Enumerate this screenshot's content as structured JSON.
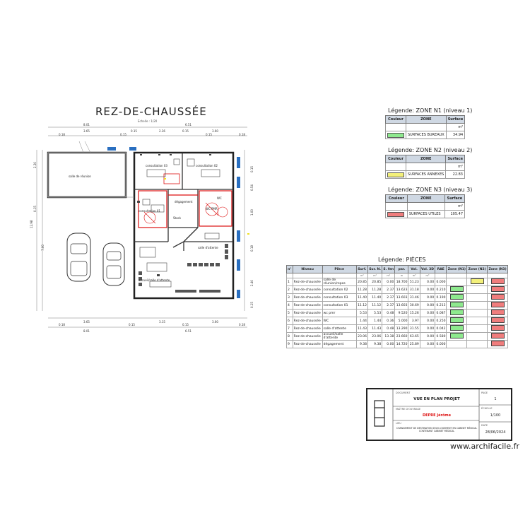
{
  "plan": {
    "title": "REZ-DE-CHAUSSÉE",
    "scale_note": "Echelle : 1/20",
    "dims_top_outer": [
      "8.01",
      "6.51"
    ],
    "dims_top": [
      "0.18",
      "3.65",
      "0.15",
      "0.15",
      "2.36",
      "0.15",
      "0.15",
      "3.60",
      "0.18"
    ],
    "dims_bottom_outer": [
      "8.01",
      "6.51"
    ],
    "dims_bottom": [
      "0.18",
      "3.65",
      "0.15",
      "3.15",
      "0.15",
      "3.60",
      "0.18"
    ],
    "dims_left": [
      "2.30",
      "0.15",
      "12.98",
      "7.00"
    ],
    "dims_right": [
      "0.15",
      "0.54",
      "1.00",
      "0.18",
      "2.40",
      "0.15"
    ],
    "rooms": {
      "salle_reunion": "salle de réunion",
      "consultation3": "consultation 03",
      "consultation2": "consultation 02",
      "consultation1": "consultation 01",
      "degagement": "dégagement",
      "wc_pmr": "WC PMR",
      "wc": "WC",
      "salle_attente": "salle d'attente",
      "accueil": "accueil/salle d'attente",
      "stock": "Stock"
    }
  },
  "legend_n1": {
    "title": "Légende: ZONE N1 (niveau 1)",
    "headers": [
      "Couleur",
      "ZONE",
      "Surface"
    ],
    "unit": "m²",
    "rows": [
      {
        "zone": "SURFACES BUREAUX",
        "surface": "34.94",
        "color": "#8ee98e"
      }
    ]
  },
  "legend_n2": {
    "title": "Légende: ZONE N2 (niveau 2)",
    "headers": [
      "Couleur",
      "ZONE",
      "Surface"
    ],
    "unit": "m²",
    "rows": [
      {
        "zone": "SURFACES ANNEXES",
        "surface": "22.83",
        "color": "#f3f07a"
      }
    ]
  },
  "legend_n3": {
    "title": "Légende: ZONE N3 (niveau 3)",
    "headers": [
      "Couleur",
      "ZONE",
      "Surface"
    ],
    "unit": "m²",
    "rows": [
      {
        "zone": "SURFACES UTILES",
        "surface": "105.47",
        "color": "#f07d7d"
      }
    ]
  },
  "pieces": {
    "title": "Légende: PIÈCES",
    "headers": [
      "n°",
      "Niveau",
      "Pièce",
      "Surf.",
      "Sur. N.",
      "S. fen",
      "par.",
      "Vol.",
      "Vol. 3D",
      "RAE",
      "Zone (N1)",
      "Zone (N2)",
      "Zone (N3)"
    ],
    "units": [
      "",
      "",
      "",
      "m²",
      "m²",
      "m²",
      "m",
      "m³",
      "m³",
      "",
      "",
      "",
      ""
    ],
    "rows": [
      {
        "n": "1",
        "niveau": "Rez-de-chaussée",
        "piece": "salle de réunion/repos",
        "surf": "20.85",
        "surn": "20.85",
        "sfen": "0.00",
        "par": "18.700",
        "vol": "51.23",
        "vol3d": "0.00",
        "rae": "0.000",
        "z1": "",
        "z2": "#f3f07a",
        "z3": "#f07d7d"
      },
      {
        "n": "2",
        "niveau": "Rez-de-chaussée",
        "piece": "consultation 02",
        "surf": "11.28",
        "surn": "11.28",
        "sfen": "2.37",
        "par": "13.623",
        "vol": "31.18",
        "vol3d": "0.00",
        "rae": "0.210",
        "z1": "#8ee98e",
        "z2": "",
        "z3": "#f07d7d"
      },
      {
        "n": "3",
        "niveau": "Rez-de-chaussée",
        "piece": "consultation 03",
        "surf": "11.40",
        "surn": "11.40",
        "sfen": "2.37",
        "par": "13.603",
        "vol": "31.46",
        "vol3d": "0.00",
        "rae": "0.190",
        "z1": "#8ee98e",
        "z2": "",
        "z3": "#f07d7d"
      },
      {
        "n": "4",
        "niveau": "Rez-de-chaussée",
        "piece": "consultation 01",
        "surf": "11.12",
        "surn": "11.12",
        "sfen": "2.37",
        "par": "13.603",
        "vol": "30.69",
        "vol3d": "0.00",
        "rae": "0.213",
        "z1": "#8ee98e",
        "z2": "",
        "z3": "#f07d7d"
      },
      {
        "n": "5",
        "niveau": "Rez-de-chaussée",
        "piece": "wc pmr",
        "surf": "5.53",
        "surn": "5.53",
        "sfen": "0.48",
        "par": "9.520",
        "vol": "15.26",
        "vol3d": "0.00",
        "rae": "0.087",
        "z1": "#8ee98e",
        "z2": "",
        "z3": "#f07d7d"
      },
      {
        "n": "6",
        "niveau": "Rez-de-chaussée",
        "piece": "WC",
        "surf": "1.44",
        "surn": "1.44",
        "sfen": "0.36",
        "par": "5.000",
        "vol": "3.97",
        "vol3d": "0.00",
        "rae": "0.250",
        "z1": "#8ee98e",
        "z2": "",
        "z3": "#f07d7d"
      },
      {
        "n": "7",
        "niveau": "Rez-de-chaussée",
        "piece": "salle d'attente",
        "surf": "11.43",
        "surn": "11.43",
        "sfen": "0.48",
        "par": "13.290",
        "vol": "31.55",
        "vol3d": "0.00",
        "rae": "0.042",
        "z1": "#8ee98e",
        "z2": "",
        "z3": "#f07d7d"
      },
      {
        "n": "8",
        "niveau": "Rez-de-chaussée",
        "piece": "accueil/salle d'attente",
        "surf": "23.06",
        "surn": "23.06",
        "sfen": "13.38",
        "par": "23.660",
        "vol": "63.65",
        "vol3d": "0.00",
        "rae": "0.580",
        "z1": "#8ee98e",
        "z2": "",
        "z3": "#f07d7d"
      },
      {
        "n": "9",
        "niveau": "Rez-de-chaussée",
        "piece": "dégagement",
        "surf": "9.38",
        "surn": "9.38",
        "sfen": "0.00",
        "par": "14.720",
        "vol": "25.89",
        "vol3d": "0.00",
        "rae": "0.000",
        "z1": "",
        "z2": "",
        "z3": "#f07d7d"
      }
    ]
  },
  "cartouche": {
    "doc_label": "DOCUMENT",
    "doc_value": "VUE EN PLAN PROJET",
    "author_label": "MAÎTRE D'OUVRAGE",
    "author_value": "DEPRE Jérôme",
    "address_label": "LIEU",
    "address_value": "CHANGEMENT DE DESTINATION D'UN LOGEMENT EN CABINET MÉDICAL CONTENANT CABINET MÉDICAL",
    "page_label": "PAGE",
    "page_value": "1",
    "scale_label": "ÉCHELLE",
    "scale_value": "1/100",
    "date_label": "DATE",
    "date_value": "28/06/2024"
  },
  "watermark": "www.archifacile.fr"
}
